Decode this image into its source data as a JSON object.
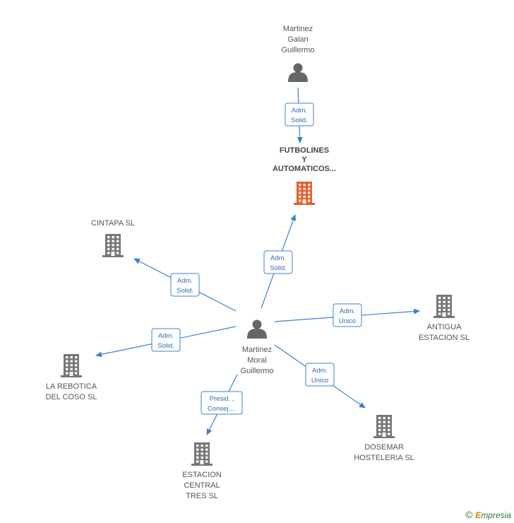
{
  "colors": {
    "edge": "#3b82d6",
    "company_icon": "#777777",
    "main_company_icon": "#f05a28",
    "person_icon": "#666666"
  },
  "nodes": {
    "martinez_galan": {
      "type": "person",
      "label": [
        "Martinez",
        "Galan",
        "Guillermo"
      ]
    },
    "futbolines": {
      "type": "company-main",
      "label": [
        "FUTBOLINES",
        "Y",
        "AUTOMATICOS..."
      ]
    },
    "cintapa": {
      "type": "company",
      "label": [
        "CINTAPA SL"
      ]
    },
    "martinez_moral": {
      "type": "person",
      "label": [
        "Martinez",
        "Moral",
        "Guillermo"
      ]
    },
    "antigua": {
      "type": "company",
      "label": [
        "ANTIGUA",
        "ESTACION SL"
      ]
    },
    "rebotica": {
      "type": "company",
      "label": [
        "LA REBOTICA",
        "DEL COSO  SL"
      ]
    },
    "dosemar": {
      "type": "company",
      "label": [
        "DOSEMAR",
        "HOSTELERIA SL"
      ]
    },
    "estacion_central": {
      "type": "company",
      "label": [
        "ESTACION",
        "CENTRAL",
        "TRES SL"
      ]
    }
  },
  "edges": [
    {
      "from": "martinez_galan",
      "to": "futbolines",
      "label": [
        "Adm.",
        "Solid."
      ]
    },
    {
      "from": "martinez_moral",
      "to": "futbolines",
      "label": [
        "Adm.",
        "Solid."
      ]
    },
    {
      "from": "martinez_moral",
      "to": "cintapa",
      "label": [
        "Adm.",
        "Solid."
      ]
    },
    {
      "from": "martinez_moral",
      "to": "rebotica",
      "label": [
        "Adm.",
        "Solid."
      ]
    },
    {
      "from": "martinez_moral",
      "to": "antigua",
      "label": [
        "Adm.",
        "Unico"
      ]
    },
    {
      "from": "martinez_moral",
      "to": "dosemar",
      "label": [
        "Adm.",
        "Unico"
      ]
    },
    {
      "from": "martinez_moral",
      "to": "estacion_central",
      "label": [
        "Presid. ,",
        "Consej...."
      ]
    }
  ],
  "footer": {
    "symbol": "©",
    "brand_first": "E",
    "brand_rest": "mpresia"
  }
}
